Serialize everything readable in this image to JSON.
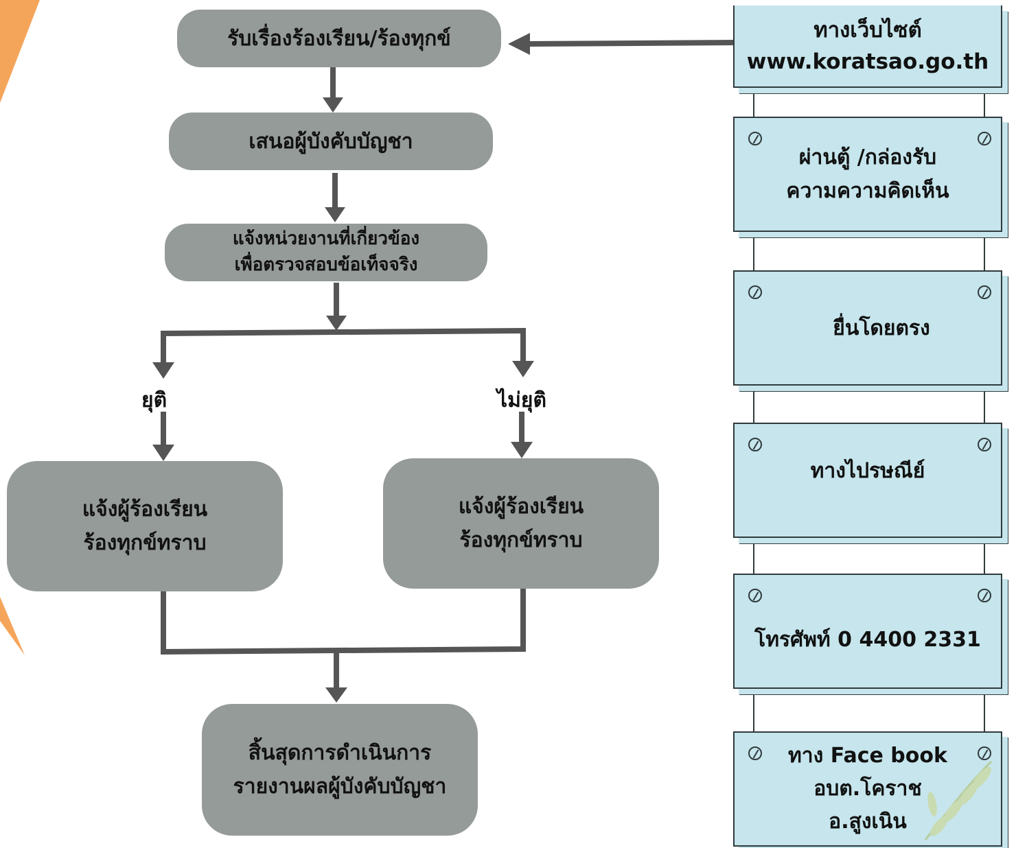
{
  "flow": {
    "receive": "รับเรื่องร้องเรียน/ร้องทุกข์",
    "propose": "เสนอผู้บังคับบัญชา",
    "notify_agency": [
      "แจ้งหน่วยงานที่เกี่ยวข้อง",
      "เพื่อตรวจสอบข้อเท็จจริง"
    ],
    "branch_resolved": "ยุติ",
    "branch_unresolved": "ไม่ยุติ",
    "inform_resolved": [
      "แจ้งผู้ร้องเรียน",
      "ร้องทุกข์ทราบ"
    ],
    "inform_unresolved": [
      "แจ้งผู้ร้องเรียน",
      "ร้องทุกข์ทราบ"
    ],
    "finish": [
      "สิ้นสุดการดำเนินการ",
      "รายงานผลผู้บังคับบัญชา"
    ]
  },
  "channels": [
    [
      "ทางเว็บไซต์",
      "www.koratsao.go.th"
    ],
    [
      "ผ่านตู้ /กล่องรับ",
      "ความความคิดเห็น"
    ],
    [
      "ยื่นโดยตรง"
    ],
    [
      "ทางไปรษณีย์"
    ],
    [
      "โทรศัพท์ 0 4400 2331"
    ],
    [
      "ทาง Face book",
      "อบต.โคราช",
      "อ.สูงเนิน"
    ]
  ],
  "colors": {
    "node": "#959b98",
    "channel": "#c6e5ec",
    "arrow": "#555555",
    "accent_orange": "#f5a55a",
    "leaf": "#c9dbb0"
  },
  "icons": [
    "pin-icon",
    "leaf-decoration",
    "orange-swoosh"
  ]
}
